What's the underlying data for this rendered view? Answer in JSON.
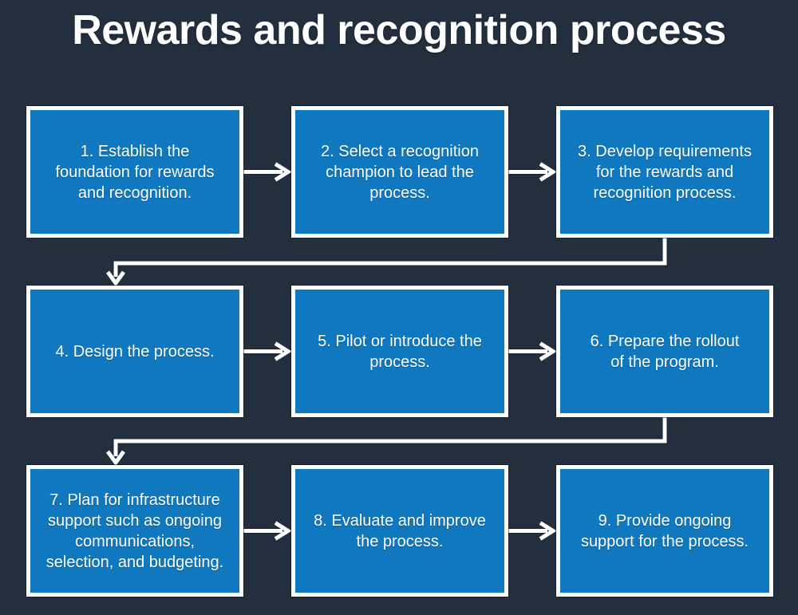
{
  "title": "Rewards and recognition process",
  "colors": {
    "background": "#232F3E",
    "box_fill": "#1078BE",
    "box_border": "#FFFFFF",
    "connector": "#FFFFFF",
    "text": "#FFFFFF"
  },
  "steps": [
    {
      "id": 1,
      "text": "1. Establish the\nfoundation for rewards\nand recognition."
    },
    {
      "id": 2,
      "text": "2. Select a recognition\nchampion to lead the\nprocess."
    },
    {
      "id": 3,
      "text": "3. Develop requirements\nfor the rewards and\nrecognition process."
    },
    {
      "id": 4,
      "text": "4. Design the process."
    },
    {
      "id": 5,
      "text": "5. Pilot or introduce the\nprocess."
    },
    {
      "id": 6,
      "text": "6. Prepare the rollout\nof the program."
    },
    {
      "id": 7,
      "text": "7. Plan for infrastructure\nsupport such as ongoing\ncommunications,\nselection, and budgeting."
    },
    {
      "id": 8,
      "text": "8. Evaluate and improve\nthe process."
    },
    {
      "id": 9,
      "text": "9. Provide ongoing\nsupport for the process."
    }
  ],
  "flow": {
    "row_arrows": [
      "step1-to-step2",
      "step2-to-step3",
      "step4-to-step5",
      "step5-to-step6",
      "step7-to-step8",
      "step8-to-step9"
    ],
    "wrap_arrows": [
      "step3-to-step4",
      "step6-to-step7"
    ]
  }
}
